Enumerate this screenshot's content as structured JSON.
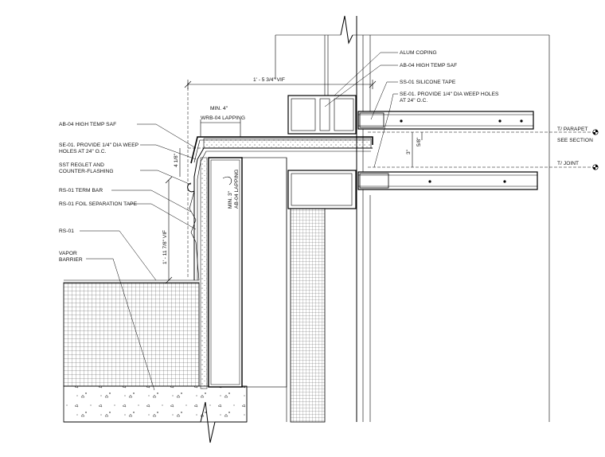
{
  "labels": {
    "alum_coping": "ALUM COPING",
    "ab04_high_temp_saf_top": "AB-04 HIGH TEMP SAF",
    "ss01_silicone_tape": "SS-01 SILICONE TAPE",
    "se01_right_line1": "SE-01. PROVIDE 1/4\" DIA WEEP HOLES",
    "se01_right_line2": "AT 24\" O.C.",
    "ab04_high_temp_saf_left": "AB-04 HIGH TEMP SAF",
    "se01_left_line1": "SE-01. PROVIDE 1/4\" DIA WEEP",
    "se01_left_line2": "HOLES AT 24\" O.C.",
    "sst_reglet_line1": "SST REGLET AND",
    "sst_reglet_line2": "COUNTER-FLASHING",
    "rs01_term_bar": "RS-01 TERM BAR",
    "rs01_foil_tape": "RS-01 FOIL SEPARATION TAPE",
    "rs01": "RS-01",
    "vapor_line1": "VAPOR",
    "vapor_line2": "BARRIER",
    "min4_line1": "MIN. 4\"",
    "min4_line2": "WRB-04 LAPPING",
    "min3_line1": "MIN. 3\"",
    "min3_line2": "AB-04 LAPPING"
  },
  "dimensions": {
    "top_width": "1' - 5 3/4\"  VIF",
    "height": "1' - 11 7/8\"  VIF",
    "four_eighths": "4 1/8\"",
    "three": "3\"",
    "five_eighths": "5/8\""
  },
  "markers": {
    "parapet_line1": "T/ PARAPET",
    "parapet_line2": "SEE SECTION",
    "joint": "T/ JOINT"
  }
}
